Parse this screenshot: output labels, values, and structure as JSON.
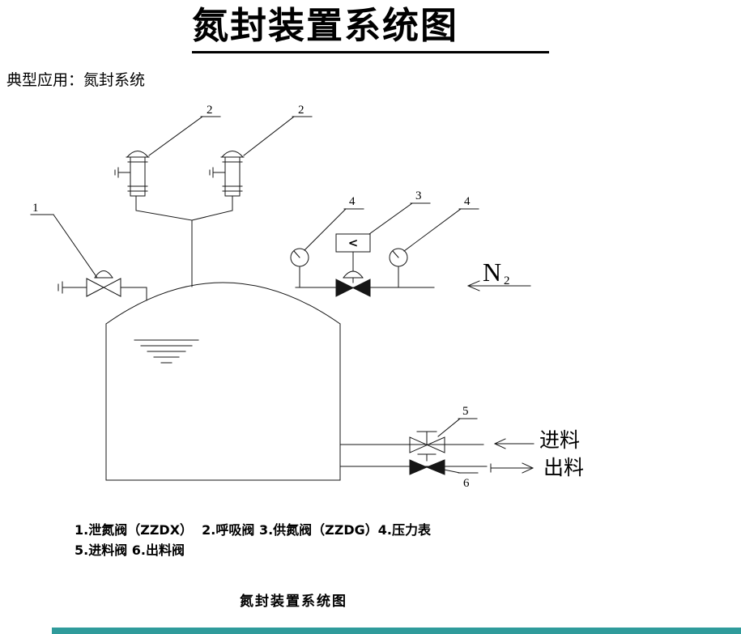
{
  "header": {
    "title": "氮封装置系统图",
    "subtitle": "典型应用：氮封系统"
  },
  "diagram": {
    "callouts": {
      "relief_valve": "1",
      "breather_left": "2",
      "breather_right": "2",
      "gauge_left": "4",
      "supply_valve": "3",
      "gauge_right": "4",
      "inlet_valve": "5",
      "outlet_valve": "6"
    },
    "regulator_symbol": "<",
    "n2": {
      "symbol": "N",
      "subscript": "2"
    },
    "inlet_label": "进料",
    "outlet_label": "出料"
  },
  "legend": {
    "line1": "1.泄氮阀（ZZDX）  2.呼吸阀 3.供氮阀（ZZDG）4.压力表",
    "line2": "5.进料阀 6.出料阀"
  },
  "footer": {
    "caption": "氮封装置系统图",
    "accent_color": "#2f9b9b"
  }
}
